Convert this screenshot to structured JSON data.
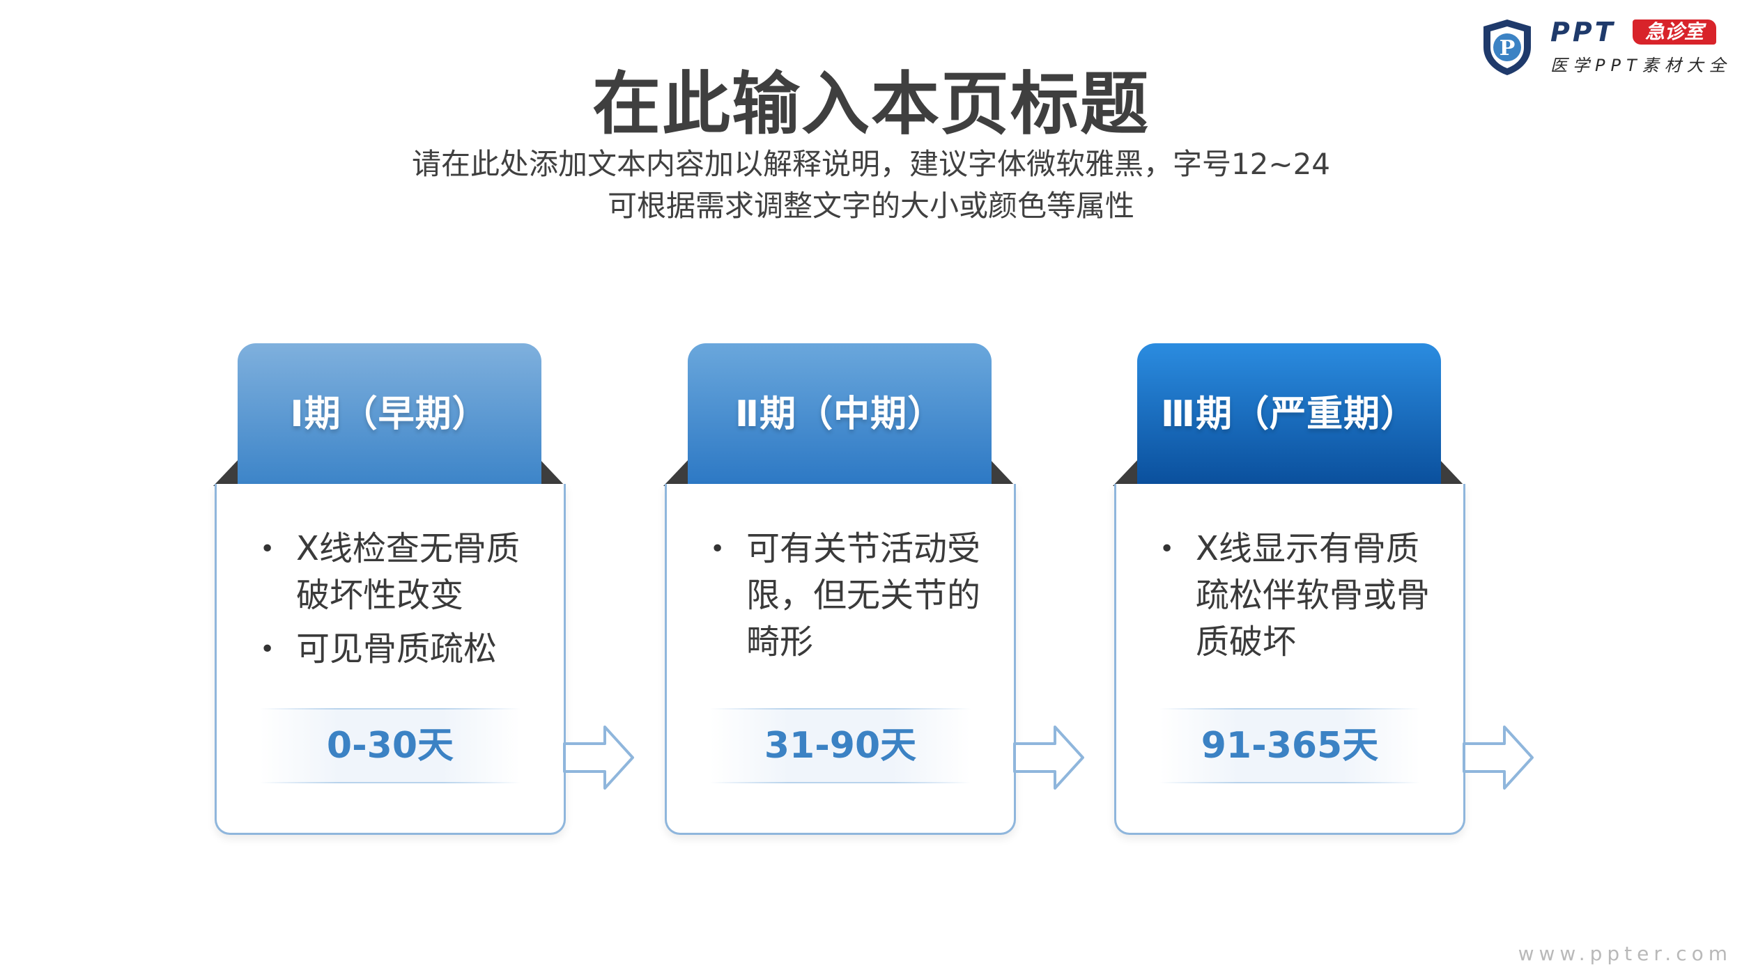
{
  "page": {
    "title": "在此输入本页标题",
    "subtitle_line1": "请在此处添加文本内容加以解释说明，建议字体微软雅黑，字号12~24",
    "subtitle_line2": "可根据需求调整文字的大小或颜色等属性"
  },
  "logo": {
    "letter": "P",
    "brand": "PPT",
    "badge": "急诊室",
    "tagline": "医学PPT素材大全"
  },
  "stages": [
    {
      "label": "Ⅰ期（早期）",
      "bullets": [
        "X线检查无骨质破坏性改变",
        "可见骨质疏松"
      ],
      "range": "0-30天"
    },
    {
      "label": "Ⅱ期（中期）",
      "bullets": [
        "可有关节活动受限，但无关节的畸形"
      ],
      "range": "31-90天"
    },
    {
      "label": "Ⅲ期（严重期）",
      "bullets": [
        "X线显示有骨质疏松伴软骨或骨质破坏"
      ],
      "range": "91-365天"
    }
  ],
  "watermark": "www.ppter.com",
  "colors": {
    "tab1": "#3c84c8",
    "tab2": "#2c78c4",
    "tab3": "#0a4f9c",
    "range_text": "#3b82c4",
    "card_border": "#8fb6dc",
    "logo_red": "#d8232a",
    "logo_navy": "#1f3a6b"
  },
  "icons": [
    "shield-logo-icon",
    "bullet-dot-icon",
    "right-arrow-icon"
  ]
}
